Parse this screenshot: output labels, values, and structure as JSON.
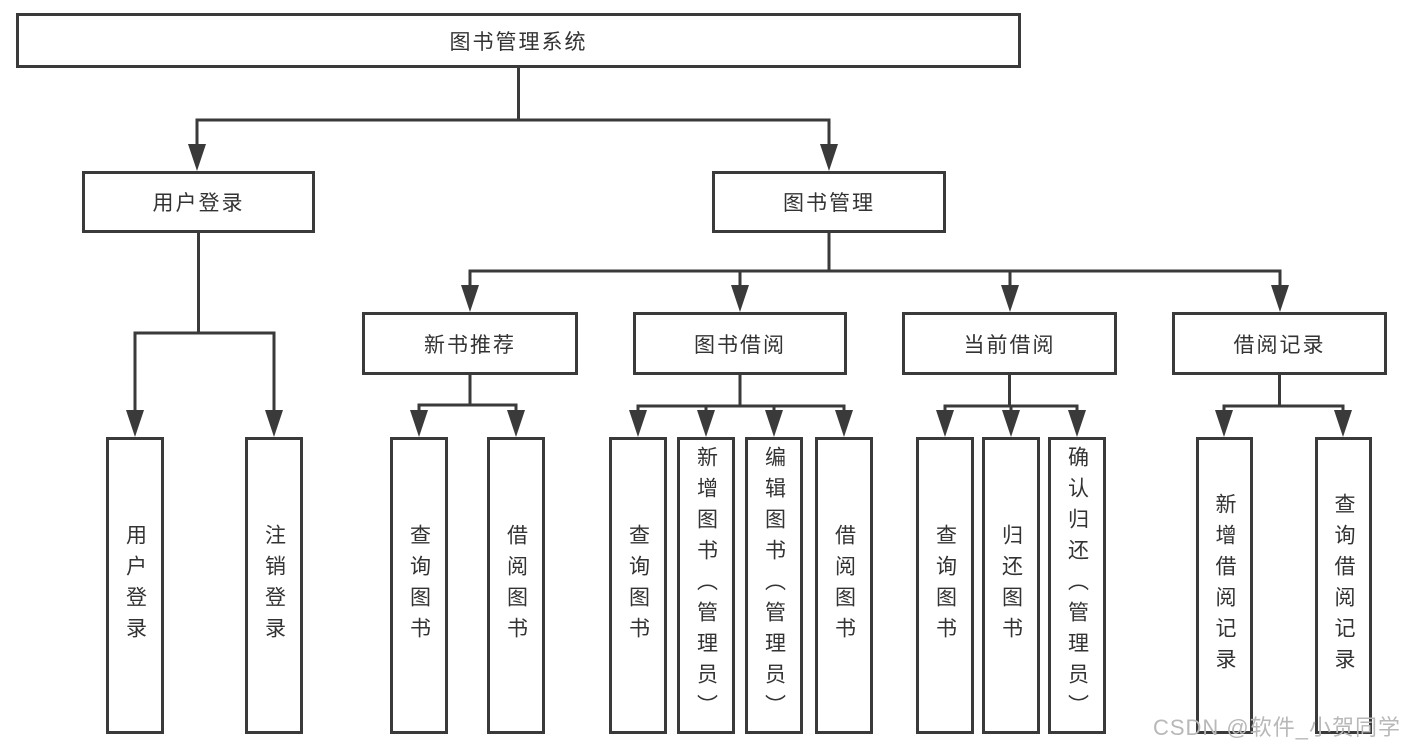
{
  "diagram": {
    "type": "hierarchy",
    "title": "图书管理系统",
    "watermark": "CSDN @软件_小贺同学",
    "colors": {
      "line": "#3a3a3a",
      "text": "#333333",
      "box_background": "#ffffff",
      "page_background": "#ffffff",
      "watermark": "#b8b8b8"
    },
    "nodes": {
      "root": {
        "label": "图书管理系统"
      },
      "user_login": {
        "label": "用户登录"
      },
      "book_management": {
        "label": "图书管理"
      },
      "new_book_recommend": {
        "label": "新书推荐"
      },
      "book_borrow": {
        "label": "图书借阅"
      },
      "current_borrow": {
        "label": "当前借阅"
      },
      "borrow_records": {
        "label": "借阅记录"
      },
      "leaf_user_login": {
        "label": "用户登录"
      },
      "leaf_logout": {
        "label": "注销登录"
      },
      "leaf_query_books_1": {
        "label": "查询图书"
      },
      "leaf_borrow_books_1": {
        "label": "借阅图书"
      },
      "leaf_query_books_2": {
        "label": "查询图书"
      },
      "leaf_add_book": {
        "label": "新增图书（管理员）"
      },
      "leaf_edit_book": {
        "label": "编辑图书（管理员）"
      },
      "leaf_borrow_books_2": {
        "label": "借阅图书"
      },
      "leaf_query_books_3": {
        "label": "查询图书"
      },
      "leaf_return_books": {
        "label": "归还图书"
      },
      "leaf_confirm_return": {
        "label": "确认归还（管理员）"
      },
      "leaf_add_record": {
        "label": "新增借阅记录"
      },
      "leaf_query_record": {
        "label": "查询借阅记录"
      }
    },
    "edges": [
      [
        "root",
        "user_login"
      ],
      [
        "root",
        "book_management"
      ],
      [
        "user_login",
        "leaf_user_login"
      ],
      [
        "user_login",
        "leaf_logout"
      ],
      [
        "book_management",
        "new_book_recommend"
      ],
      [
        "book_management",
        "book_borrow"
      ],
      [
        "book_management",
        "current_borrow"
      ],
      [
        "book_management",
        "borrow_records"
      ],
      [
        "new_book_recommend",
        "leaf_query_books_1"
      ],
      [
        "new_book_recommend",
        "leaf_borrow_books_1"
      ],
      [
        "book_borrow",
        "leaf_query_books_2"
      ],
      [
        "book_borrow",
        "leaf_add_book"
      ],
      [
        "book_borrow",
        "leaf_edit_book"
      ],
      [
        "book_borrow",
        "leaf_borrow_books_2"
      ],
      [
        "current_borrow",
        "leaf_query_books_3"
      ],
      [
        "current_borrow",
        "leaf_return_books"
      ],
      [
        "current_borrow",
        "leaf_confirm_return"
      ],
      [
        "borrow_records",
        "leaf_add_record"
      ],
      [
        "borrow_records",
        "leaf_query_record"
      ]
    ]
  }
}
